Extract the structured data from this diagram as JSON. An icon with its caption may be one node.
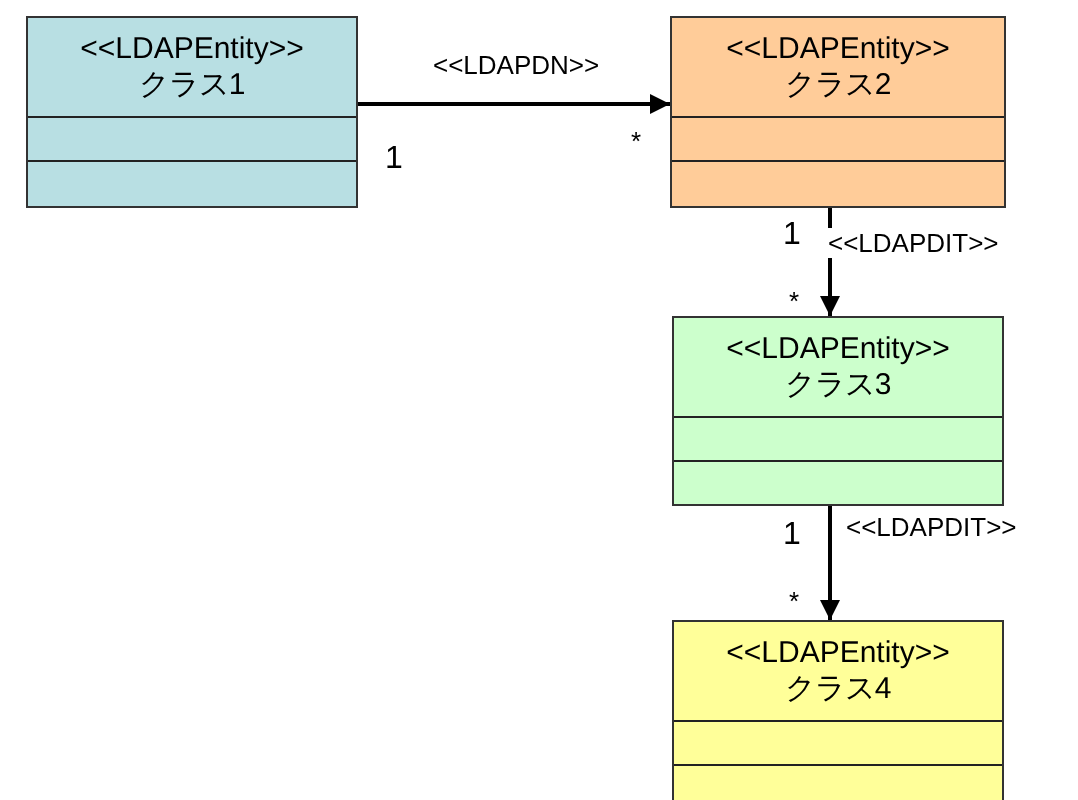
{
  "diagram": {
    "nodes": [
      {
        "text": [
          "<<LDAPEntity>>",
          "クラス1"
        ]
      },
      {
        "text": [
          "<<LDAPEntity>>",
          "クラス2"
        ]
      },
      {
        "text": [
          "<<LDAPEntity>>",
          "クラス3"
        ]
      },
      {
        "text": [
          "<<LDAPEntity>>",
          "クラス4"
        ]
      }
    ],
    "edges": [
      {
        "from": 0,
        "to": 1,
        "arrow": "to",
        "label": "<<LDAPDN>>"
      },
      {
        "from": 1,
        "to": 2,
        "arrow": "to",
        "label": "<<LDAPDIT>>"
      },
      {
        "from": 2,
        "to": 3,
        "arrow": "to",
        "label": "<<LDAPDIT>>"
      }
    ],
    "labels": [
      "1",
      "*",
      "1",
      "*",
      "1",
      "*"
    ]
  }
}
